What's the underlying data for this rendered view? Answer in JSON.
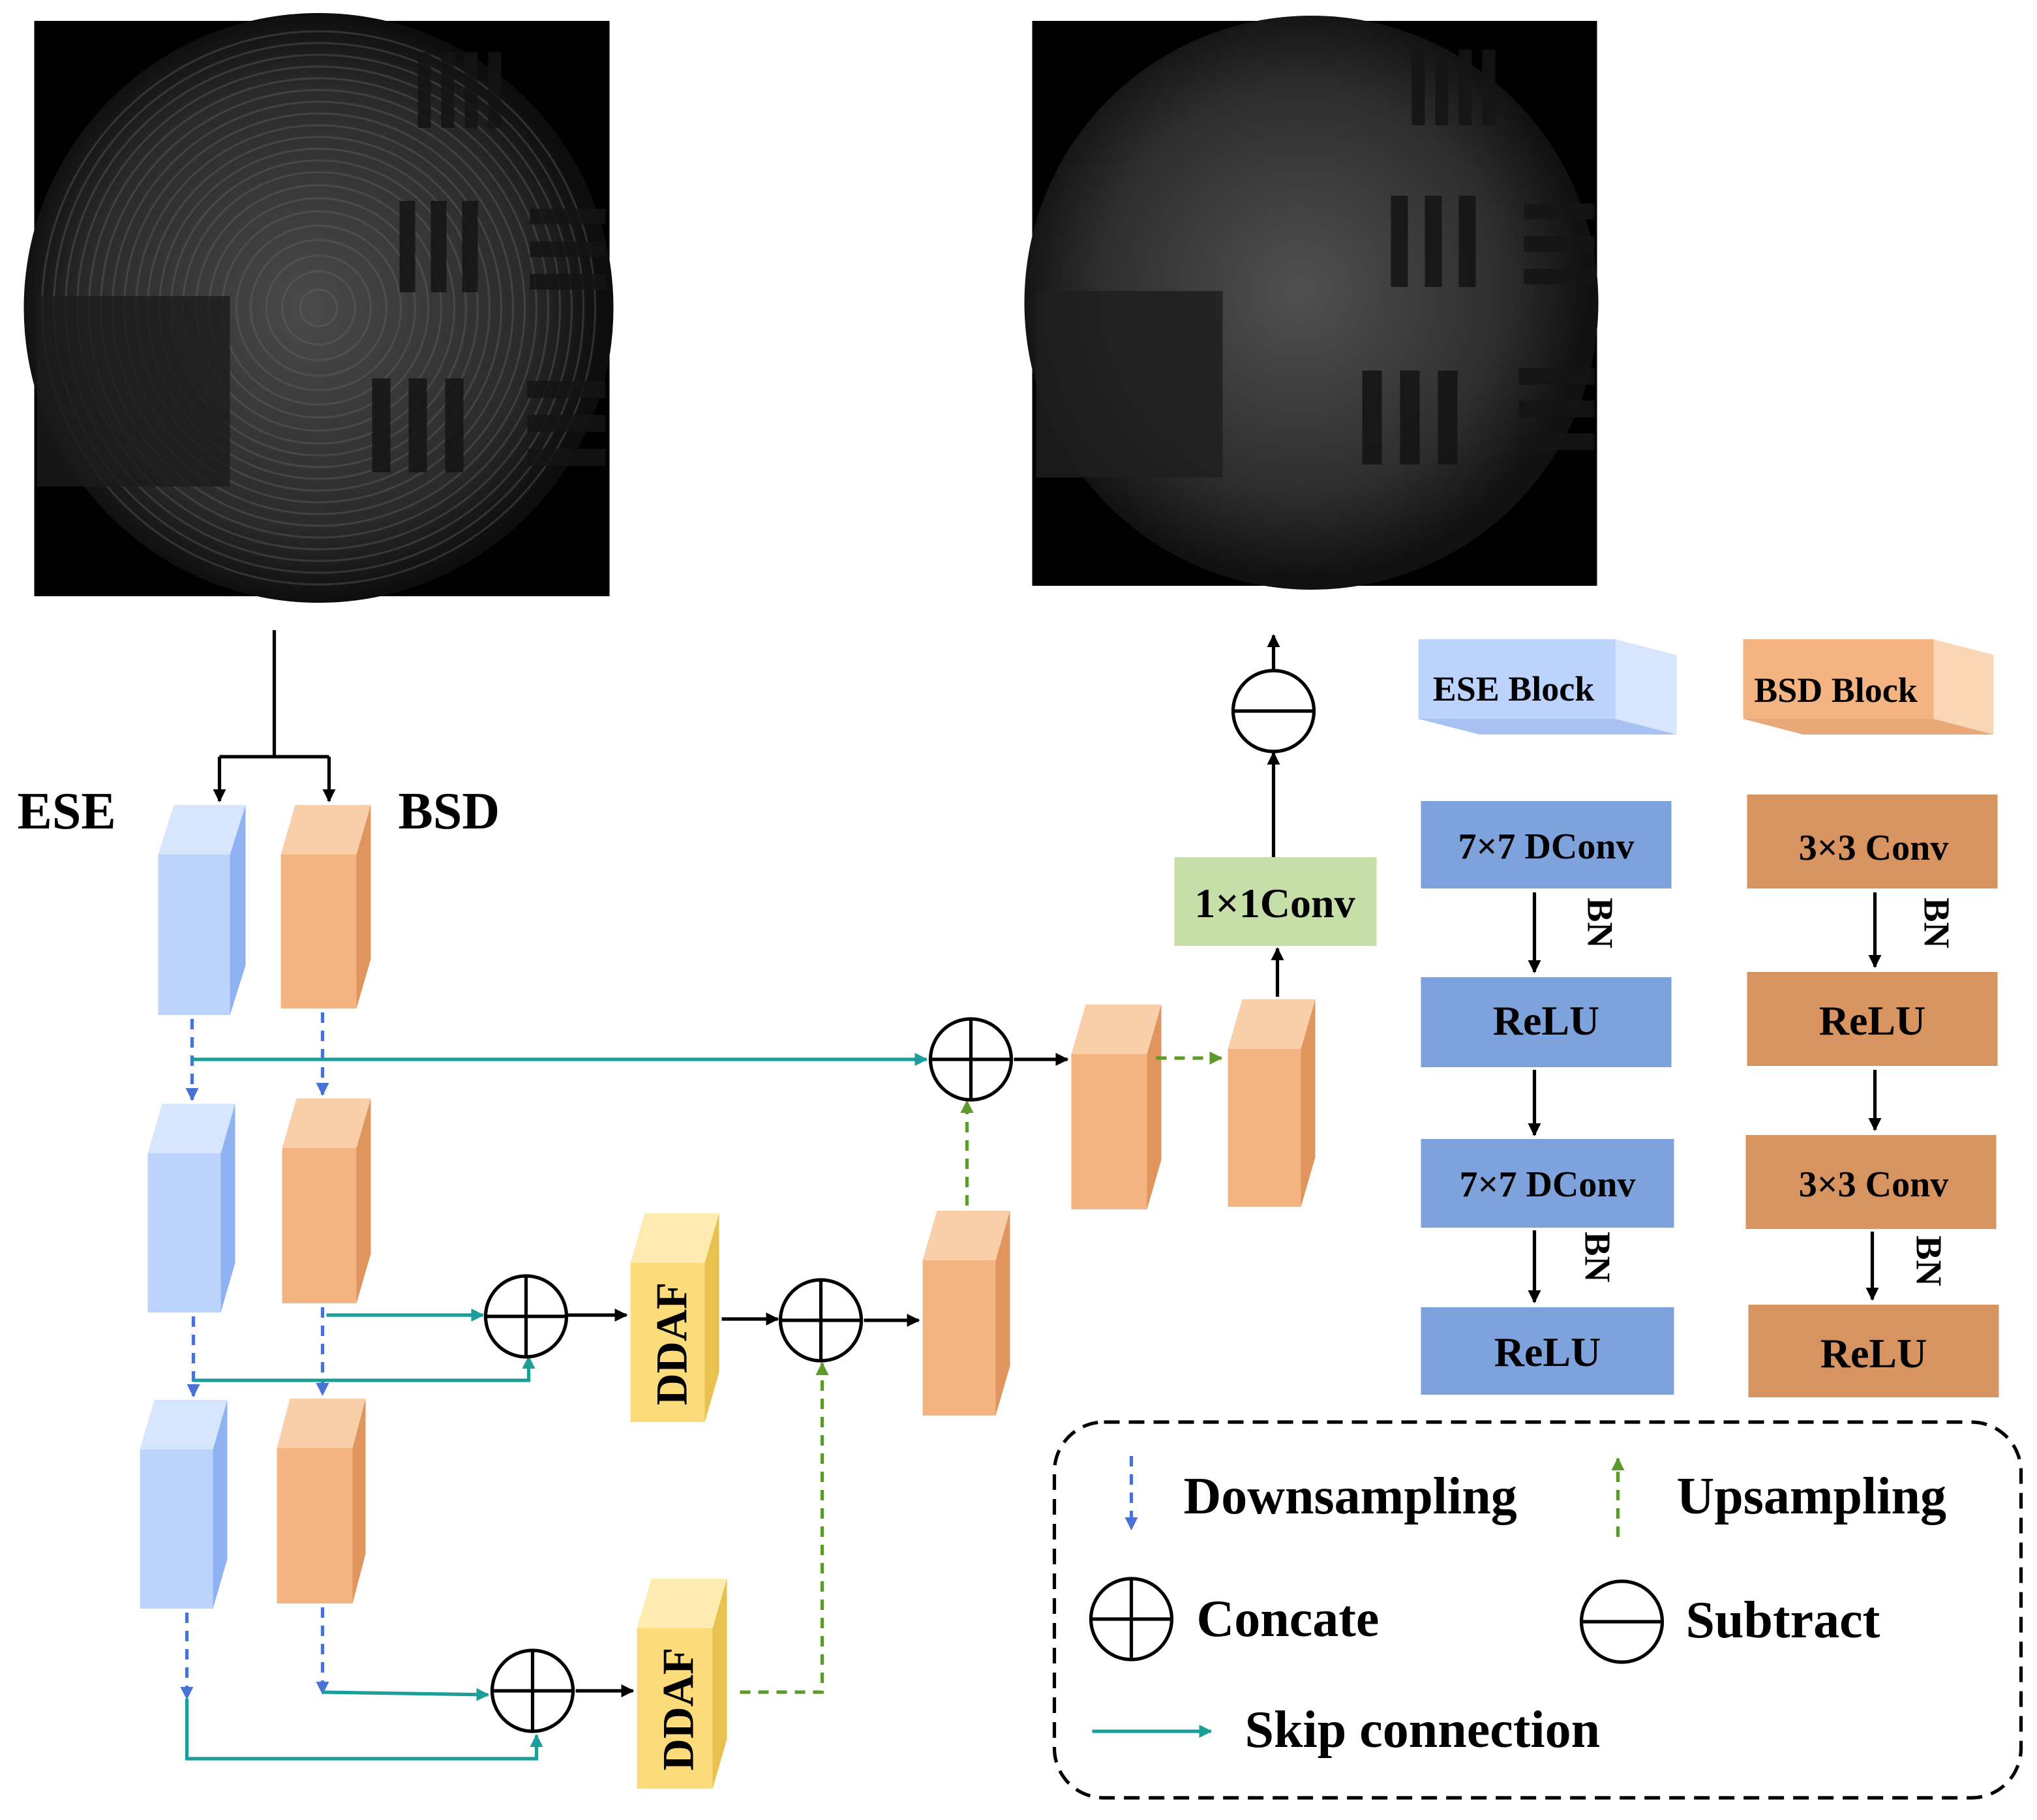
{
  "labels": {
    "ese": "ESE",
    "bsd": "BSD",
    "ddaf": "DDAF",
    "conv1x1": "1×1Conv"
  },
  "ese_block": {
    "title": "ESE Block",
    "steps": [
      "7×7 DConv",
      "ReLU",
      "7×7 DConv",
      "ReLU"
    ],
    "bn": "BN"
  },
  "bsd_block": {
    "title": "BSD Block",
    "steps": [
      "3×3 Conv",
      "ReLU",
      "3×3 Conv",
      "ReLU"
    ],
    "bn": "BN"
  },
  "legend": {
    "downsampling": "Downsampling",
    "upsampling": "Upsampling",
    "concate": "Concate",
    "subtract": "Subtract",
    "skip": "Skip connection"
  },
  "colors": {
    "ese_front": "#bcd3fb",
    "ese_side": "#8fb2f3",
    "ese_top": "#d7e5fd",
    "bsd_front": "#f4b482",
    "bsd_side": "#e0955e",
    "bsd_top": "#f9cfaa",
    "ddaf_front": "#fbdb7a",
    "ddaf_top": "#fdebb0",
    "conv_green": "#c6dea7",
    "ese_step": "#7ea2dc",
    "bsd_step": "#d79460",
    "skip": "#1a9e9a",
    "down": "#4a72d4",
    "up": "#5d9a2c"
  }
}
